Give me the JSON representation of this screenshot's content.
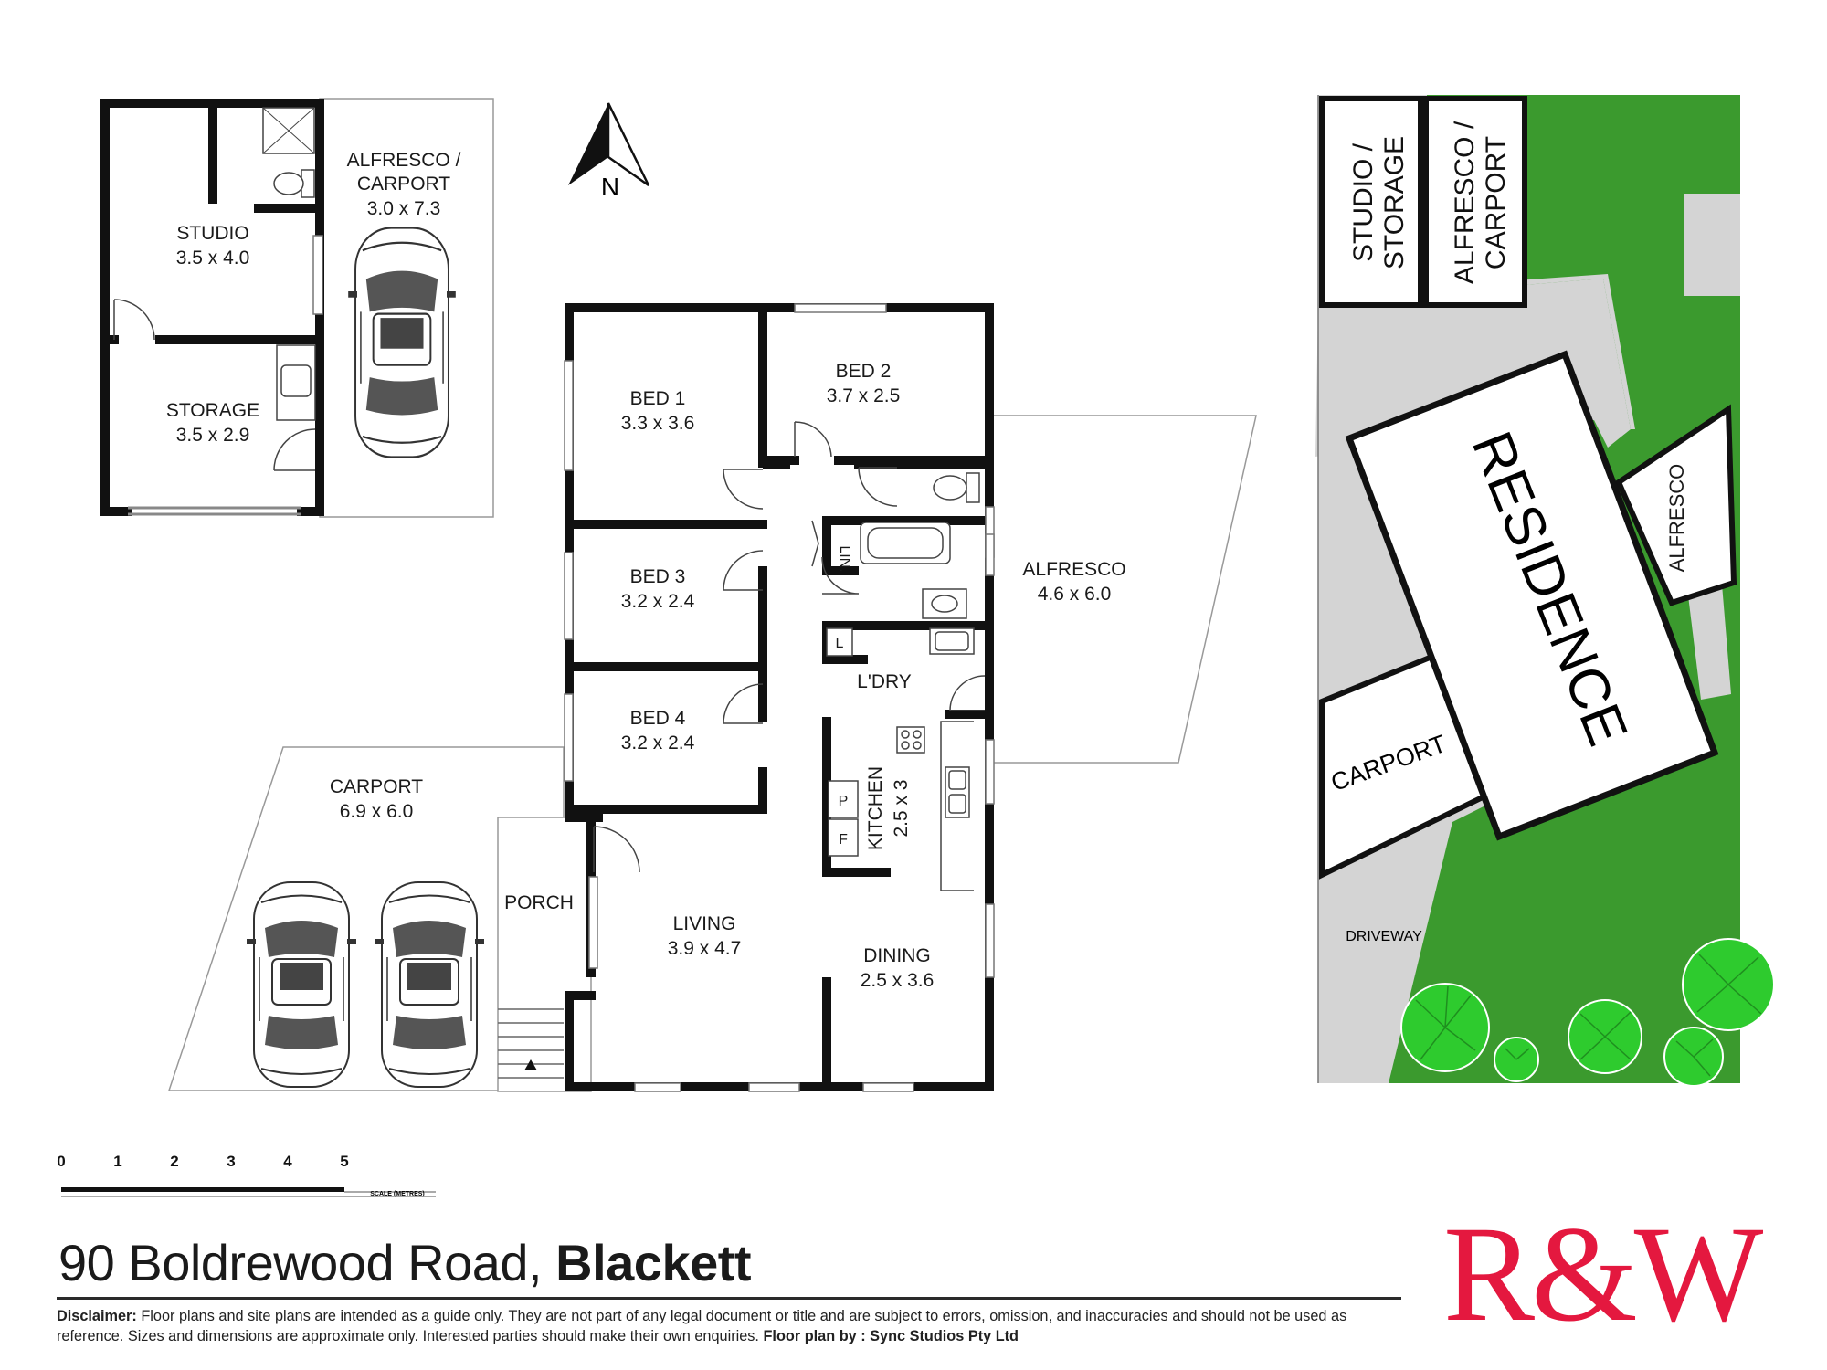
{
  "compass": {
    "label": "N"
  },
  "rooms": {
    "studio": {
      "name": "STUDIO",
      "dims": "3.5 x 4.0"
    },
    "storage": {
      "name": "STORAGE",
      "dims": "3.5 x 2.9"
    },
    "alfresco_carport": {
      "name_line1": "ALFRESCO /",
      "name_line2": "CARPORT",
      "dims": "3.0 x 7.3"
    },
    "bed1": {
      "name": "BED 1",
      "dims": "3.3 x 3.6"
    },
    "bed2": {
      "name": "BED 2",
      "dims": "3.7 x 2.5"
    },
    "bed3": {
      "name": "BED 3",
      "dims": "3.2 x 2.4"
    },
    "bed4": {
      "name": "BED 4",
      "dims": "3.2 x 2.4"
    },
    "alfresco": {
      "name": "ALFRESCO",
      "dims": "4.6 x 6.0"
    },
    "laundry": {
      "name": "L'DRY"
    },
    "kitchen": {
      "name": "KITCHEN",
      "dims": "2.5 x 3"
    },
    "carport": {
      "name": "CARPORT",
      "dims": "6.9 x 6.0"
    },
    "porch": {
      "name": "PORCH"
    },
    "living": {
      "name": "LIVING",
      "dims": "3.9 x 4.7"
    },
    "dining": {
      "name": "DINING",
      "dims": "2.5 x 3.6"
    },
    "linen": {
      "name": "LIN."
    },
    "linen_small": {
      "name": "L"
    },
    "pantry": {
      "name": "P"
    },
    "fridge": {
      "name": "F"
    }
  },
  "site_plan": {
    "studio_storage_line1": "STUDIO /",
    "studio_storage_line2": "STORAGE",
    "alfresco_carport_line1": "ALFRESCO /",
    "alfresco_carport_line2": "CARPORT",
    "residence": "RESIDENCE",
    "alfresco": "ALFRESCO",
    "carport": "CARPORT",
    "driveway": "DRIVEWAY"
  },
  "scale": {
    "ticks": [
      "0",
      "1",
      "2",
      "3",
      "4",
      "5"
    ],
    "caption": "SCALE (METRES)"
  },
  "address": {
    "street": "90 Boldrewood Road,",
    "suburb": "Blackett"
  },
  "disclaimer": {
    "label": "Disclaimer:",
    "text": "Floor plans and site plans are intended as a guide only. They are not part of any legal document or title and are subject to errors, omission, and inaccuracies and should not be used as reference. Sizes and dimensions are approximate only. Interested parties should make their own enquiries.",
    "credit_label": "Floor plan by :",
    "credit": "Sync Studios Pty Ltd"
  },
  "logo": {
    "text": "R&W",
    "color": "#e4183f"
  },
  "colors": {
    "lawn": "#3b9a2e",
    "paving": "#d4d4d4",
    "tree": "#2ecb2e",
    "wall": "#111111"
  }
}
